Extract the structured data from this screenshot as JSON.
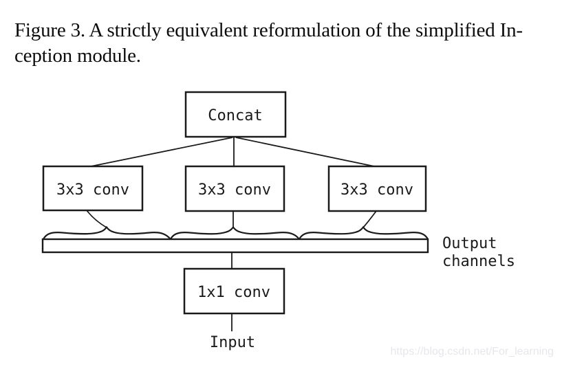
{
  "caption": {
    "line1": "Figure 3. A strictly equivalent reformulation of the simplified In-",
    "line2": "ception module."
  },
  "diagram": {
    "concat_label": "Concat",
    "branches": [
      {
        "label": "3x3 conv"
      },
      {
        "label": "3x3 conv"
      },
      {
        "label": "3x3 conv"
      }
    ],
    "bar_label_line1": "Output",
    "bar_label_line2": "channels",
    "bottom_box_label": "1x1 conv",
    "input_label": "Input"
  },
  "watermark": {
    "text": "https://blog.csdn.net/For_learning"
  },
  "colors": {
    "line": "#1a1a1a",
    "caption_text": "#0c0c0c",
    "watermark_text": "#e7e6ea",
    "background": "#ffffff"
  }
}
